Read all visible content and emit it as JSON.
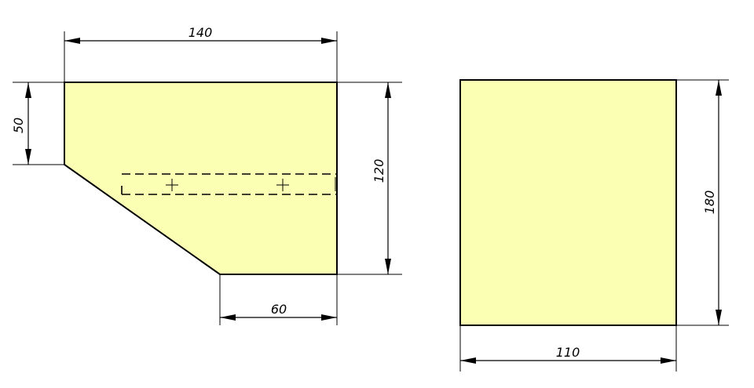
{
  "views": {
    "front": {
      "dims": {
        "width_top": "140",
        "height_left": "50",
        "height_right": "120",
        "width_bottom": "60"
      }
    },
    "side": {
      "dims": {
        "height": "180",
        "width": "110"
      }
    }
  },
  "colors": {
    "fill": "#fbffb4",
    "line": "#000000",
    "background": "#ffffff"
  }
}
